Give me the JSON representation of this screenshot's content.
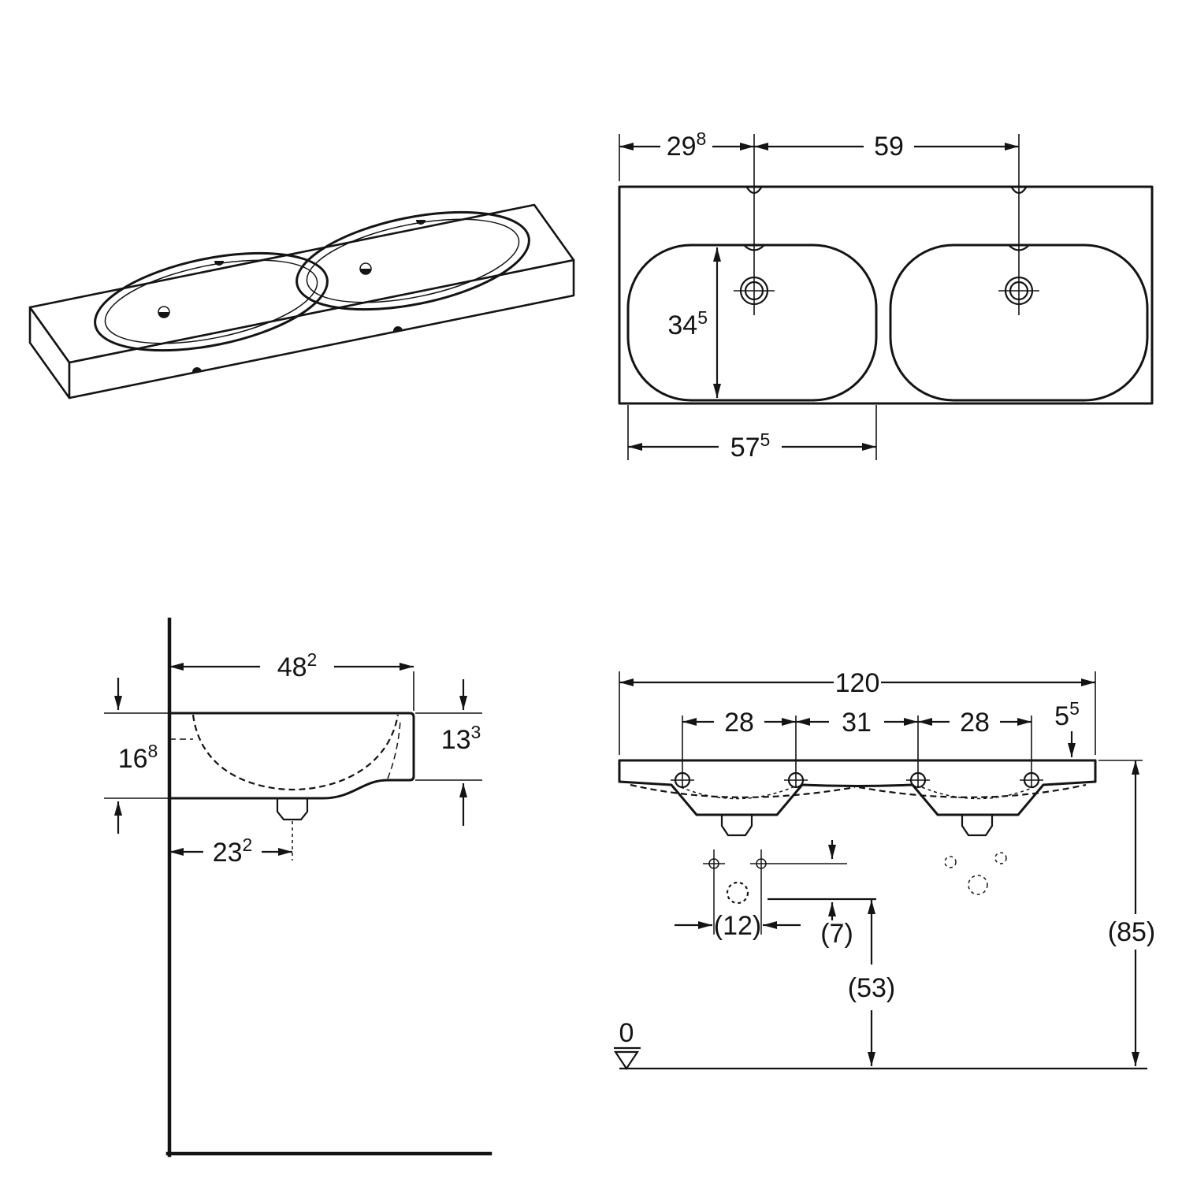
{
  "page": {
    "background": "#ffffff",
    "line_color": "#141414"
  },
  "views": {
    "isometric": {
      "name": "isometric-view"
    },
    "plan": {
      "name": "top-view",
      "dims": {
        "back_left": {
          "main": "29",
          "sup": "8"
        },
        "back_right": {
          "main": "59",
          "sup": ""
        },
        "bowl_depth": {
          "main": "34",
          "sup": "5"
        },
        "bowl_width": {
          "main": "57",
          "sup": "5"
        }
      }
    },
    "side": {
      "name": "side-view",
      "dims": {
        "top_depth": {
          "main": "48",
          "sup": "2"
        },
        "total_height": {
          "main": "16",
          "sup": "8"
        },
        "front_height": {
          "main": "13",
          "sup": "3"
        },
        "drain_offset": {
          "main": "23",
          "sup": "2"
        }
      }
    },
    "front": {
      "name": "front-view",
      "dims": {
        "total_width": {
          "main": "120",
          "sup": ""
        },
        "left_hole_span": {
          "main": "28",
          "sup": ""
        },
        "center_hole_span": {
          "main": "31",
          "sup": ""
        },
        "right_hole_span": {
          "main": "28",
          "sup": ""
        },
        "edge_thickness": {
          "main": "5",
          "sup": "5"
        },
        "supply_span": {
          "main": "(12)",
          "sup": ""
        },
        "supply_to_trap": {
          "main": "(7)",
          "sup": ""
        },
        "trap_height": {
          "main": "(53)",
          "sup": ""
        },
        "rim_height": {
          "main": "(85)",
          "sup": ""
        },
        "datum": {
          "main": "0",
          "sup": ""
        }
      }
    }
  }
}
